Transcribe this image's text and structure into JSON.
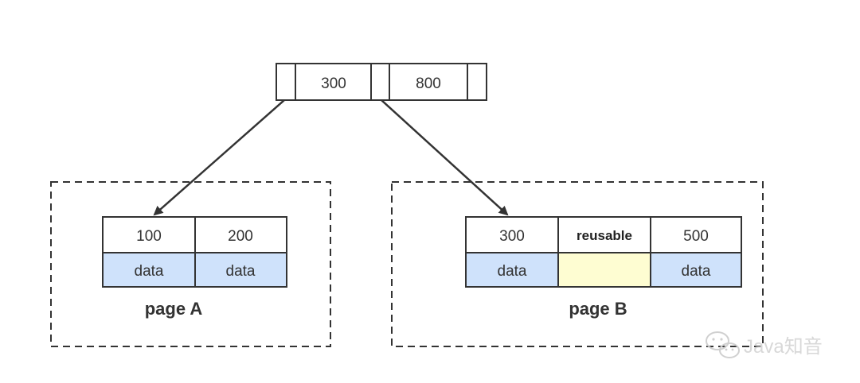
{
  "root_node": {
    "keys": [
      "300",
      "800"
    ]
  },
  "page_a": {
    "label": "page A",
    "cells": [
      {
        "key": "100",
        "value": "data",
        "color": "#cfe2fb"
      },
      {
        "key": "200",
        "value": "data",
        "color": "#cfe2fb"
      }
    ]
  },
  "page_b": {
    "label": "page B",
    "cells": [
      {
        "key": "300",
        "value": "data",
        "color": "#cfe2fb"
      },
      {
        "key": "reusable",
        "value": "",
        "color": "#fefdd2"
      },
      {
        "key": "500",
        "value": "data",
        "color": "#cfe2fb"
      }
    ]
  },
  "watermark": {
    "text": "Java知音",
    "icon": "wechat-icon"
  },
  "colors": {
    "stroke": "#333333",
    "data_blue": "#cfe2fb",
    "reusable_yellow": "#fefdd2"
  }
}
